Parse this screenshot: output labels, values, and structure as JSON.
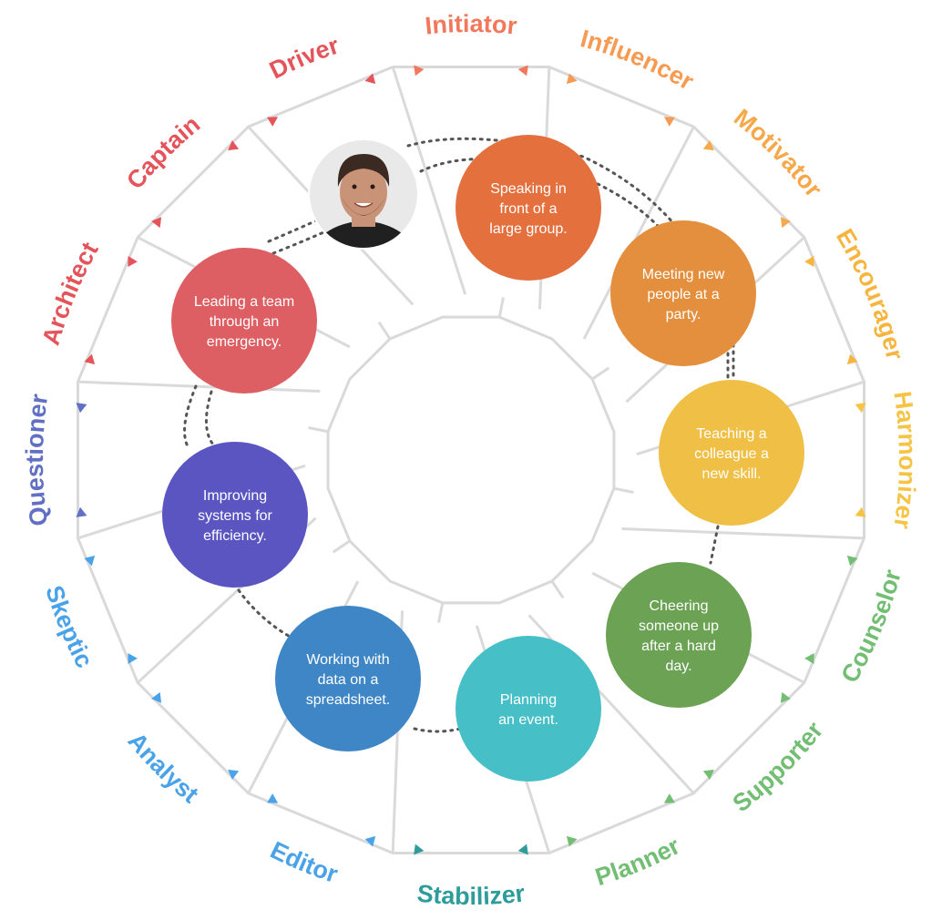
{
  "roles": [
    {
      "name": "Initiator",
      "color": "#F2785B"
    },
    {
      "name": "Influencer",
      "color": "#F79A52"
    },
    {
      "name": "Motivator",
      "color": "#F7A84A"
    },
    {
      "name": "Encourager",
      "color": "#F7B53F"
    },
    {
      "name": "Harmonizer",
      "color": "#F6C445"
    },
    {
      "name": "Counselor",
      "color": "#72BE73"
    },
    {
      "name": "Supporter",
      "color": "#72BE73"
    },
    {
      "name": "Planner",
      "color": "#72BE73"
    },
    {
      "name": "Stabilizer",
      "color": "#2D9C9A"
    },
    {
      "name": "Editor",
      "color": "#4AA3E8"
    },
    {
      "name": "Analyst",
      "color": "#4AA3E8"
    },
    {
      "name": "Skeptic",
      "color": "#4AA3E8"
    },
    {
      "name": "Questioner",
      "color": "#6270C4"
    },
    {
      "name": "Architect",
      "color": "#E4545A"
    },
    {
      "name": "Captain",
      "color": "#E4545A"
    },
    {
      "name": "Driver",
      "color": "#E4545A"
    }
  ],
  "activities": [
    {
      "lines": [
        "Speaking in",
        "front of a",
        "large group."
      ],
      "color": "#E4703E"
    },
    {
      "lines": [
        "Meeting new",
        "people at a",
        "party."
      ],
      "color": "#E48F3E"
    },
    {
      "lines": [
        "Teaching a",
        "colleague a",
        "new skill."
      ],
      "color": "#F0C046"
    },
    {
      "lines": [
        "Cheering",
        "someone up",
        "after a hard",
        "day."
      ],
      "color": "#6BA253"
    },
    {
      "lines": [
        "Planning",
        "an event."
      ],
      "color": "#47BFC6"
    },
    {
      "lines": [
        "Working with",
        "data on a",
        "spreadsheet."
      ],
      "color": "#3F86C6"
    },
    {
      "lines": [
        "Improving",
        "systems for",
        "efficiency."
      ],
      "color": "#5B55C2"
    },
    {
      "lines": [
        "Leading a team",
        "through an",
        "emergency."
      ],
      "color": "#DE5F63"
    }
  ],
  "avatar": {
    "skin": "#C99378",
    "hair": "#3A2A22",
    "shirt": "#202020",
    "bg": "#E9E9E9"
  }
}
